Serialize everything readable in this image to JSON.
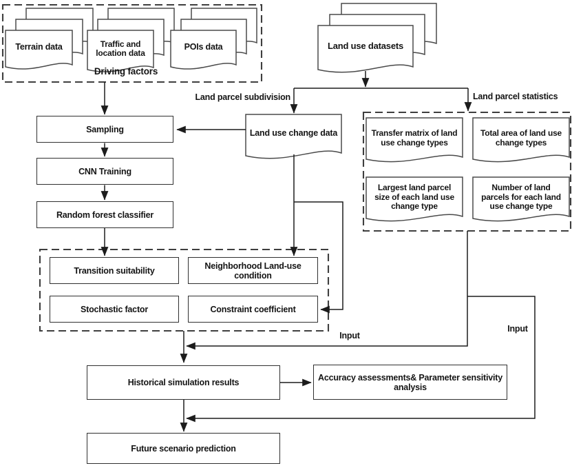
{
  "colors": {
    "background": "#ffffff",
    "line": "#1c1c1c",
    "box_border": "#2f2f2f",
    "dashed_border": "#3e3e3e",
    "text": "#141414"
  },
  "driving_factors": {
    "group_label": "Driving factors",
    "docs": [
      {
        "label": "Terrain data"
      },
      {
        "label": "Traffic and location data"
      },
      {
        "label": "POIs data"
      }
    ]
  },
  "land_use_datasets": {
    "label": "Land use datasets"
  },
  "branches": {
    "left_label": "Land parcel subdivision",
    "right_label": "Land parcel statistics"
  },
  "pipeline": {
    "sampling": "Sampling",
    "cnn": "CNN Training",
    "random_forest": "Random forest classifier"
  },
  "change_data": {
    "label": "Land use change data"
  },
  "parcel_statistics": {
    "docs": [
      {
        "label": "Transfer matrix of land use change types"
      },
      {
        "label": "Total area of land use change types"
      },
      {
        "label": "Largest land parcel size of each land use change type"
      },
      {
        "label": "Number of land parcels for each land use change type"
      }
    ]
  },
  "ca_factors": {
    "transition": "Transition suitability",
    "neighborhood": "Neighborhood Land-use condition",
    "stochastic": "Stochastic factor",
    "constraint": "Constraint coefficient"
  },
  "input_labels": {
    "left": "Input",
    "right": "Input"
  },
  "results": {
    "historical": "Historical simulation results",
    "accuracy": "Accuracy assessments& Parameter sensitivity analysis",
    "future": "Future scenario prediction"
  }
}
